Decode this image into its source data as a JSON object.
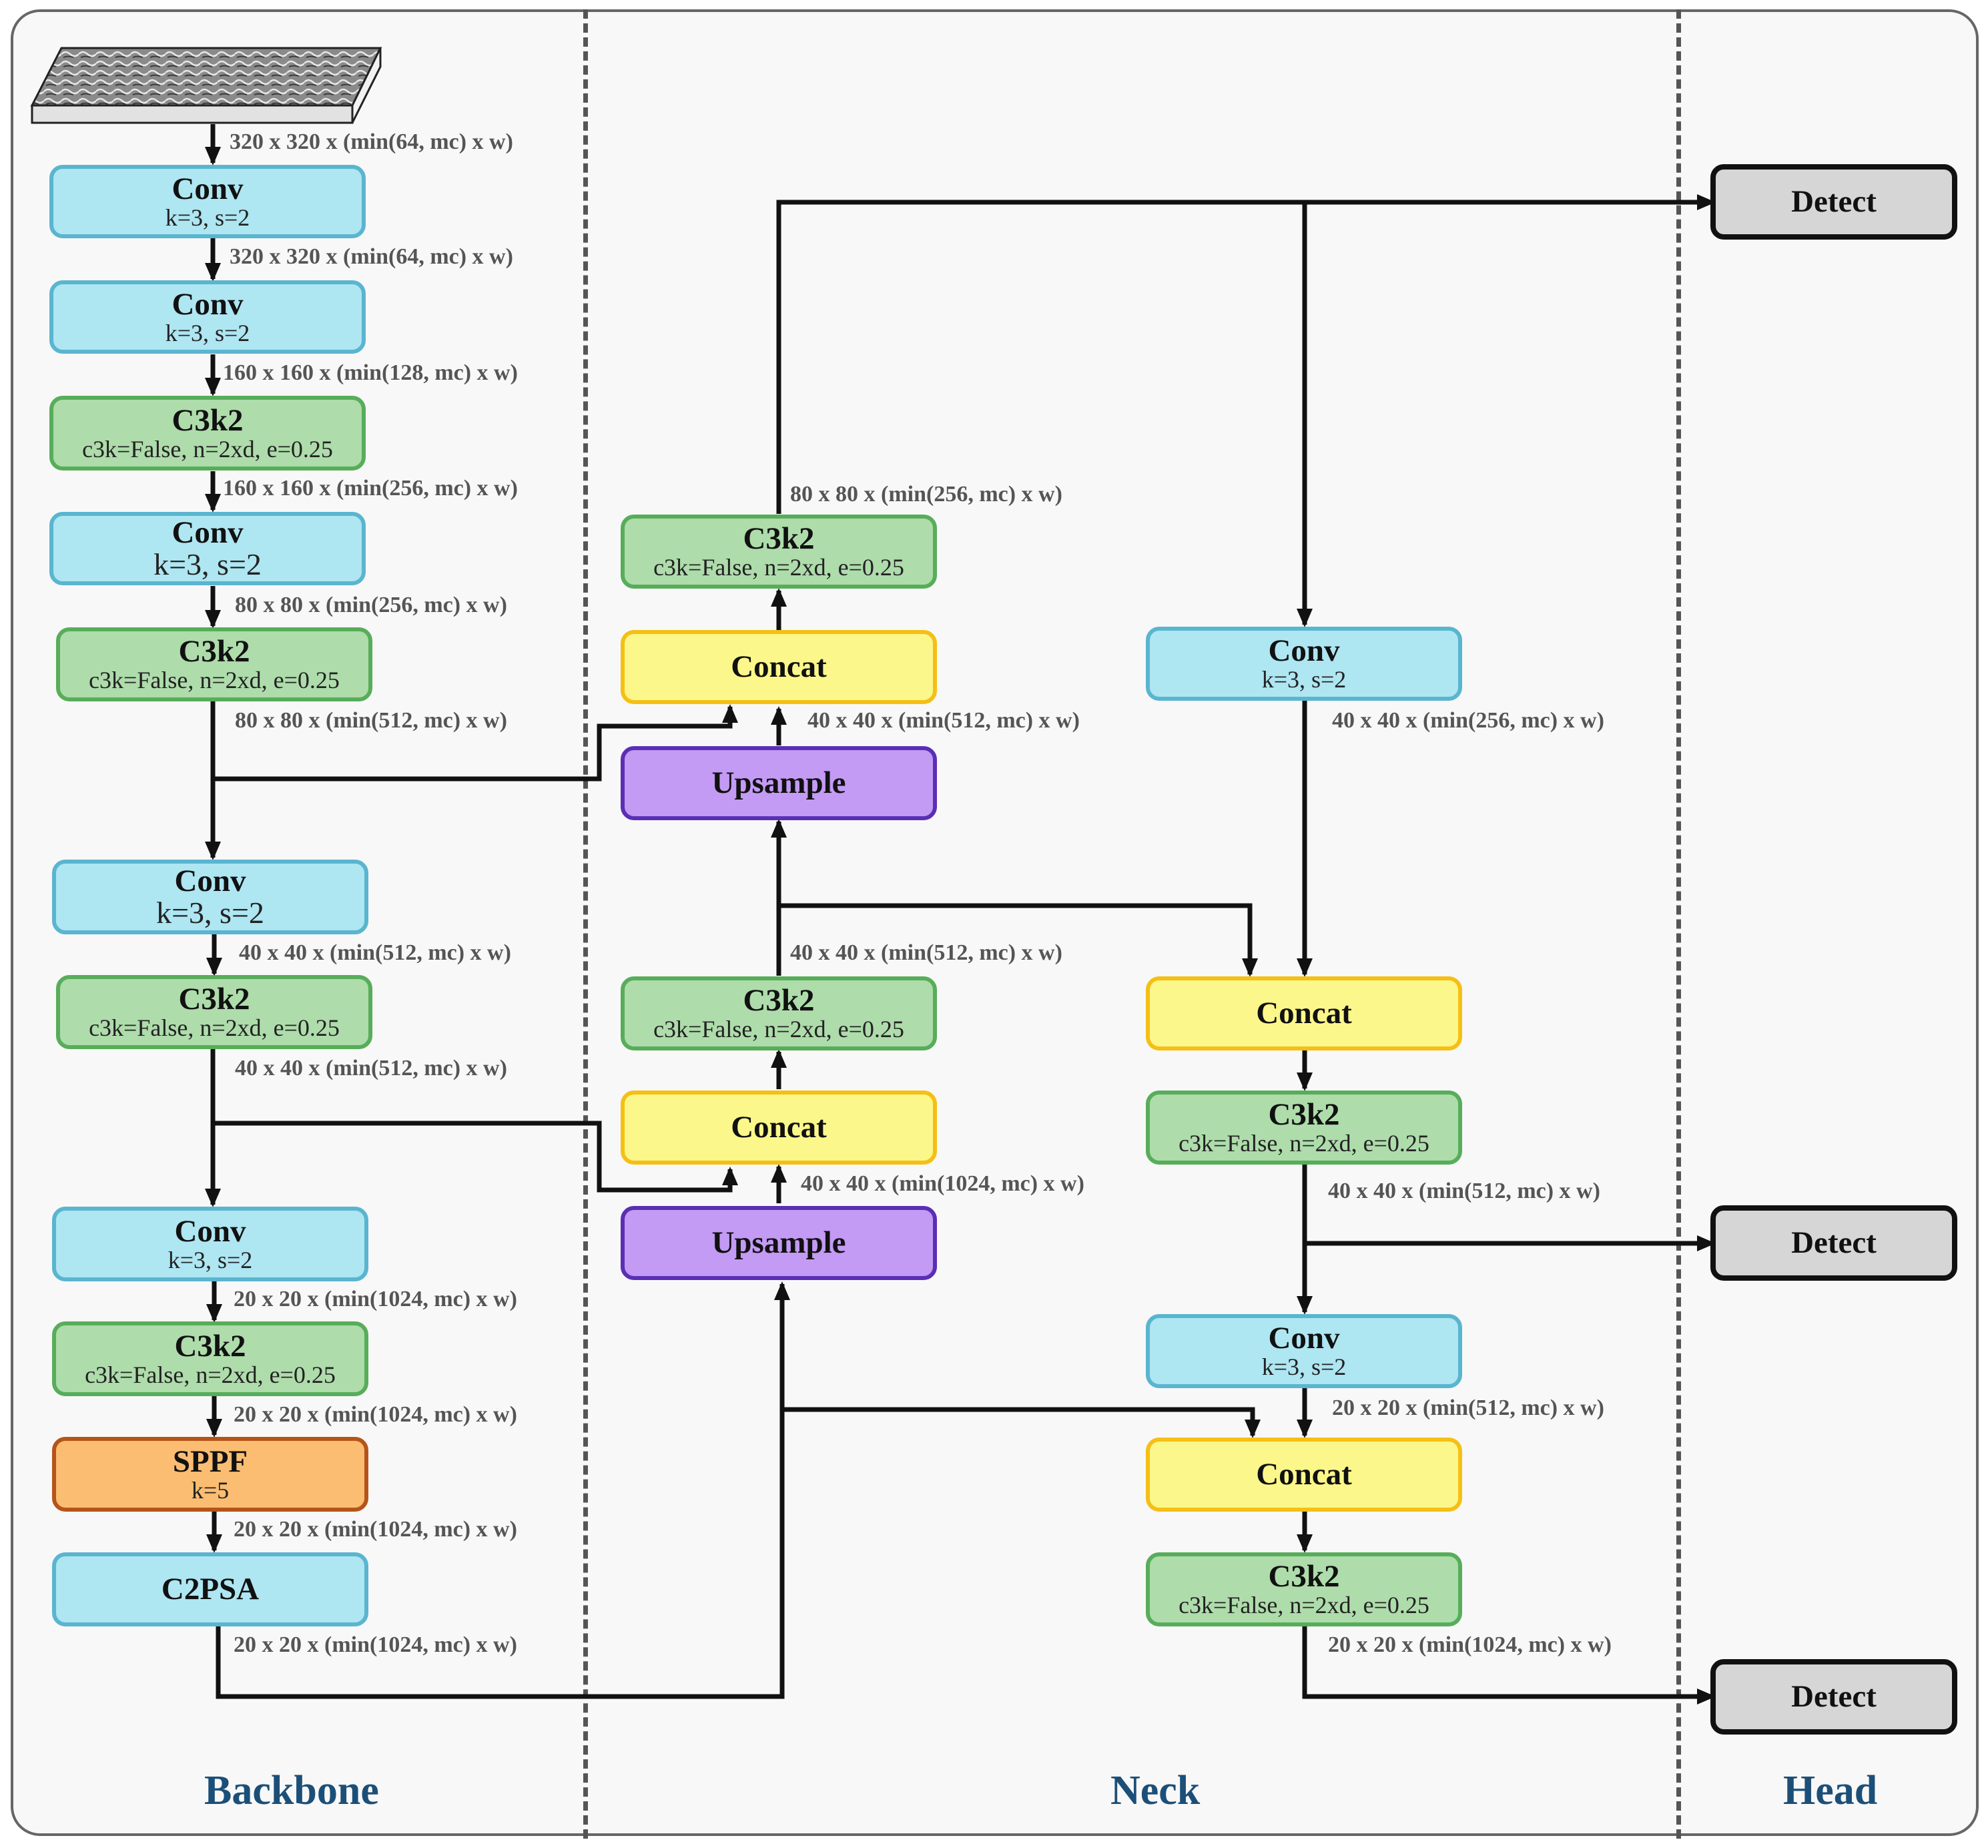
{
  "sections": {
    "backbone": "Backbone",
    "neck": "Neck",
    "head": "Head"
  },
  "colors": {
    "conv_fill": "#aee6f2",
    "c3k2_fill": "#aedcab",
    "sppf_fill": "#fbbd72",
    "concat_fill": "#fbf78a",
    "upsample_fill": "#c39af4",
    "detect_fill": "#d6d6d6",
    "section_text": "#1c4f78"
  },
  "blocks": {
    "b_conv1": {
      "title": "Conv",
      "sub": "k=3, s=2"
    },
    "b_conv2": {
      "title": "Conv",
      "sub": "k=3, s=2"
    },
    "b_c3k2_1": {
      "title": "C3k2",
      "sub": "c3k=False, n=2xd, e=0.25"
    },
    "b_conv3": {
      "title": "Conv",
      "sub": "k=3, s=2"
    },
    "b_c3k2_2": {
      "title": "C3k2",
      "sub": "c3k=False, n=2xd, e=0.25"
    },
    "b_conv4": {
      "title": "Conv",
      "sub": "k=3, s=2"
    },
    "b_c3k2_3": {
      "title": "C3k2",
      "sub": "c3k=False, n=2xd, e=0.25"
    },
    "b_conv5": {
      "title": "Conv",
      "sub": "k=3, s=2"
    },
    "b_c3k2_4": {
      "title": "C3k2",
      "sub": "c3k=False, n=2xd, e=0.25"
    },
    "b_sppf": {
      "title": "SPPF",
      "sub": "k=5"
    },
    "b_c2psa": {
      "title": "C2PSA"
    },
    "n_c3k2_top": {
      "title": "C3k2",
      "sub": "c3k=False, n=2xd, e=0.25"
    },
    "n_concat_top": {
      "title": "Concat"
    },
    "n_ups_top": {
      "title": "Upsample"
    },
    "n_c3k2_mid": {
      "title": "C3k2",
      "sub": "c3k=False, n=2xd, e=0.25"
    },
    "n_concat_mid": {
      "title": "Concat"
    },
    "n_ups_bot": {
      "title": "Upsample"
    },
    "r_conv1": {
      "title": "Conv",
      "sub": "k=3, s=2"
    },
    "r_concat1": {
      "title": "Concat"
    },
    "r_c3k2_1": {
      "title": "C3k2",
      "sub": "c3k=False, n=2xd, e=0.25"
    },
    "r_conv2": {
      "title": "Conv",
      "sub": "k=3, s=2"
    },
    "r_concat2": {
      "title": "Concat"
    },
    "r_c3k2_2": {
      "title": "C3k2",
      "sub": "c3k=False, n=2xd, e=0.25"
    },
    "det1": {
      "title": "Detect"
    },
    "det2": {
      "title": "Detect"
    },
    "det3": {
      "title": "Detect"
    }
  },
  "labels": {
    "l1": "320 x 320 x (min(64, mc) x w)",
    "l2": "320 x 320 x (min(64, mc) x w)",
    "l3": "160 x 160 x (min(128, mc) x w)",
    "l4": "160 x 160 x (min(256, mc) x w)",
    "l5": "80 x 80 x (min(256, mc) x w)",
    "l6": "80 x 80 x (min(512, mc) x w)",
    "l7": "40 x 40 x (min(512, mc) x w)",
    "l8": "40 x 40 x (min(512, mc) x w)",
    "l9": "20 x 20 x (min(1024, mc) x w)",
    "l10": "20 x 20 x (min(1024, mc) x w)",
    "l11": "20 x 20 x (min(1024, mc) x w)",
    "l12": "20 x 20 x (min(1024, mc) x w)",
    "l13": "80 x 80 x (min(256, mc) x w)",
    "l14": "40 x 40 x (min(512, mc) x w)",
    "l15": "40 x 40 x (min(512, mc) x w)",
    "l16": "40 x 40 x (min(1024, mc) x w)",
    "l17": "40 x 40 x (min(256, mc) x w)",
    "l18": "40 x 40 x (min(512, mc) x w)",
    "l19": "20 x 20 x (min(512, mc) x w)",
    "l20": "20 x 20 x (min(1024, mc) x w)"
  }
}
